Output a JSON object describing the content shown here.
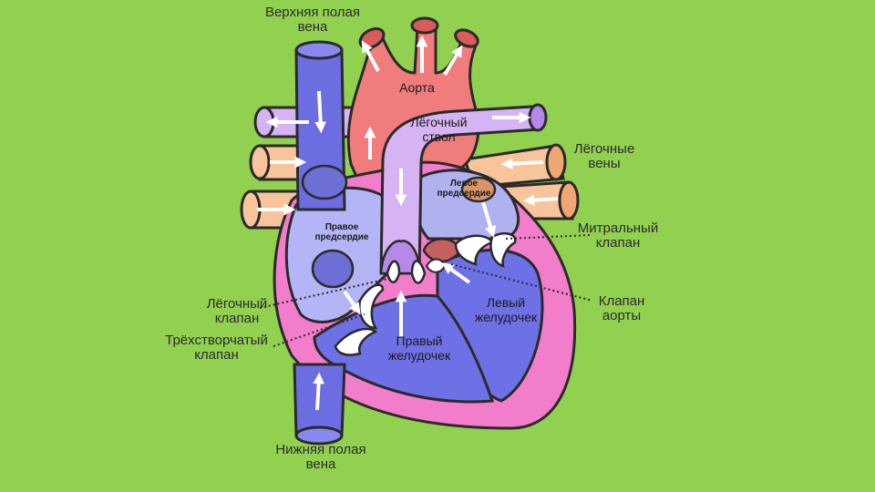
{
  "colors": {
    "background": "#92d050",
    "vena_cava": "#6b6de0",
    "aorta": "#f07c7c",
    "pulmonary_trunk": "#d6b3f3",
    "pulmonary_veins": "#f8c49c",
    "right_atrium": "#b4b5f7",
    "right_ventricle": "#6e70e6",
    "left_atrium": "#b0b2ef",
    "left_ventricle": "#6e70e6",
    "myocardium": "#f27ecb",
    "valve": "#ffffff",
    "arrow": "#ffffff"
  },
  "labels": {
    "superior_vena_cava": "Верхняя полая\nвена",
    "aorta": "Аорта",
    "pulmonary_trunk": "Лёгочный\nствол",
    "pulmonary_veins": "Лёгочные\nвены",
    "left_atrium": "Левое\nпредсердие",
    "right_atrium": "Правое\nпредсердие",
    "mitral_valve": "Митральный\nклапан",
    "pulmonary_valve": "Лёгочный\nклапан",
    "tricuspid_valve": "Трёхстворчатый\nклапан",
    "left_ventricle": "Левый\nжелудочек",
    "aortic_valve": "Клапан\nаорты",
    "right_ventricle": "Правый\nжелудочек",
    "inferior_vena_cava": "Нижняя полая\nвена"
  }
}
